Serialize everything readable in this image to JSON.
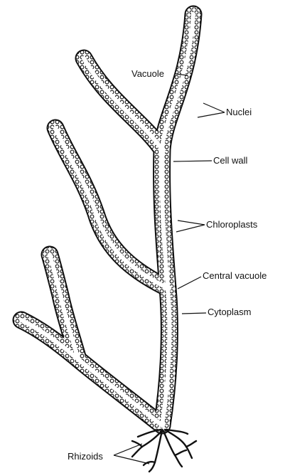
{
  "diagram": {
    "labels": {
      "vacuole": "Vacuole",
      "nuclei": "Nuclei",
      "cell_wall": "Cell wall",
      "chloroplasts": "Chloroplasts",
      "central_vacuole": "Central vacuole",
      "cytoplasm": "Cytoplasm",
      "rhizoids": "Rhizoids"
    },
    "colors": {
      "ink": "#111111",
      "background": "#ffffff"
    }
  }
}
